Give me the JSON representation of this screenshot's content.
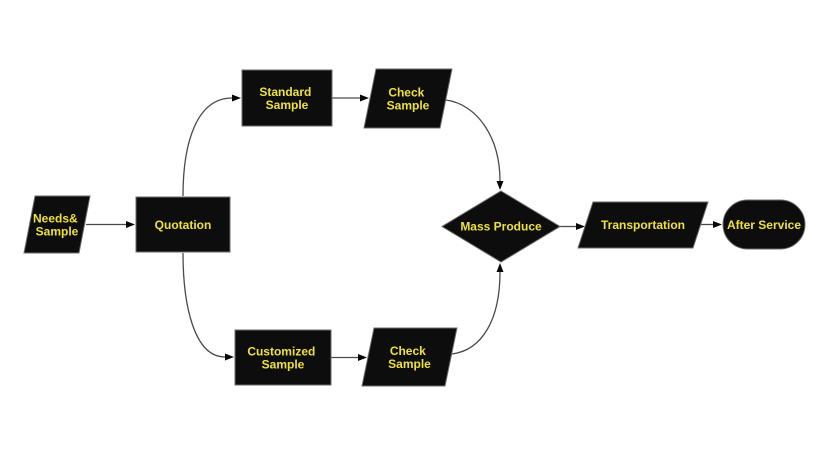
{
  "colors": {
    "background": "#ffffff",
    "shape_fill": "#0d0d0d",
    "shape_stroke": "#6b6b6b",
    "label": "#efe13d",
    "connector": "#4a4a4a",
    "arrowhead": "#080808"
  },
  "diagram": {
    "type": "flowchart",
    "nodes": {
      "needs_sample": {
        "shape": "parallelogram",
        "lines": [
          "Needs&",
          "Sample"
        ]
      },
      "quotation": {
        "shape": "rectangle",
        "lines": [
          "Quotation"
        ]
      },
      "standard_sample": {
        "shape": "rectangle",
        "lines": [
          "Standard",
          "Sample"
        ]
      },
      "check_sample_top": {
        "shape": "parallelogram",
        "lines": [
          "Check",
          "Sample"
        ]
      },
      "customized_sample": {
        "shape": "rectangle",
        "lines": [
          "Customized",
          "Sample"
        ]
      },
      "check_sample_bottom": {
        "shape": "parallelogram",
        "lines": [
          "Check",
          "Sample"
        ]
      },
      "mass_produce": {
        "shape": "diamond",
        "lines": [
          "Mass Produce"
        ]
      },
      "transportation": {
        "shape": "parallelogram",
        "lines": [
          "Transportation"
        ]
      },
      "after_service": {
        "shape": "terminator",
        "lines": [
          "After Service"
        ]
      }
    },
    "edges": [
      {
        "from": "needs_sample",
        "to": "quotation"
      },
      {
        "from": "quotation",
        "to": "standard_sample"
      },
      {
        "from": "quotation",
        "to": "customized_sample"
      },
      {
        "from": "standard_sample",
        "to": "check_sample_top"
      },
      {
        "from": "customized_sample",
        "to": "check_sample_bottom"
      },
      {
        "from": "check_sample_top",
        "to": "mass_produce"
      },
      {
        "from": "check_sample_bottom",
        "to": "mass_produce"
      },
      {
        "from": "mass_produce",
        "to": "transportation"
      },
      {
        "from": "transportation",
        "to": "after_service"
      }
    ]
  }
}
